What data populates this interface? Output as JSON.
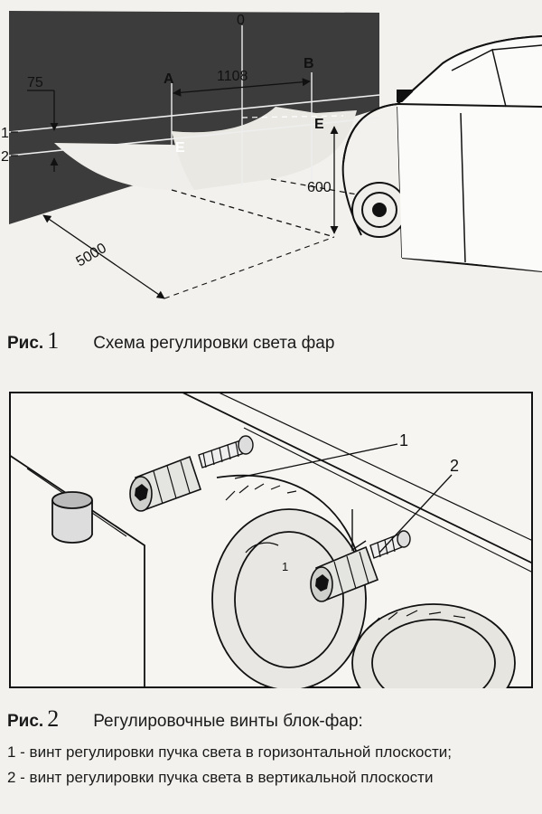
{
  "figure1": {
    "label_zero": "0",
    "label_a": "A",
    "label_b": "B",
    "label_e_left": "E",
    "label_e_right": "E",
    "dim_ab": "1108",
    "dim_75": "75",
    "dim_600": "600",
    "dim_5000": "5000",
    "line_1": "1",
    "line_2": "2"
  },
  "caption1": {
    "prefix": "Рис.",
    "number": "1",
    "text": "Схема регулировки света фар"
  },
  "figure2": {
    "callout_1": "1",
    "callout_2": "2",
    "adjust_mark": "1"
  },
  "caption2": {
    "prefix": "Рис.",
    "number": "2",
    "text": "Регулировочные винты блок-фар:"
  },
  "legend": {
    "item1": "1 - винт регулировки пучка света в горизонтальной плоскости;",
    "item2": "2 - винт регулировки пучка света в вертикальной плоскости"
  }
}
